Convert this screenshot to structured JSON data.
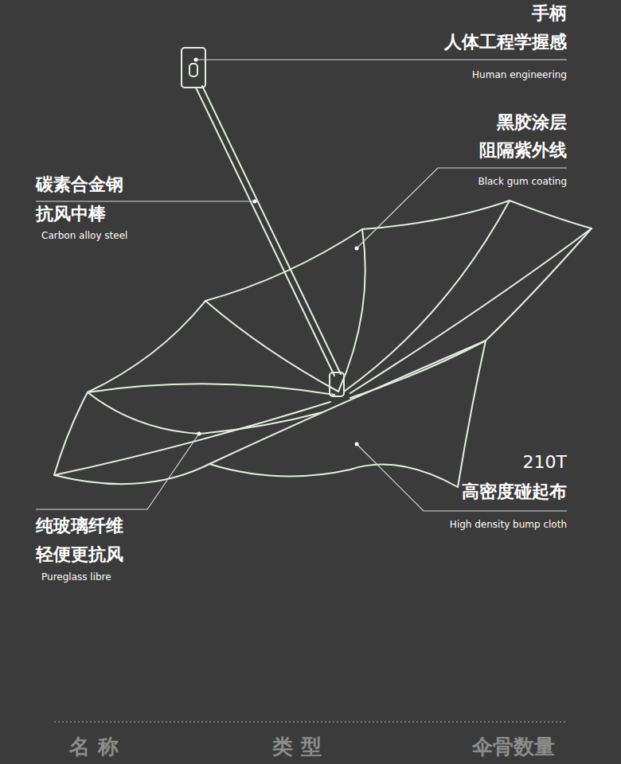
{
  "diagram": {
    "labels": [
      "手柄",
      "人体工程学握感",
      "Human engineering",
      "黑胶涂层",
      "阻隔紫外线",
      "Black gum coating",
      "碳素合金钢",
      "抗风中棒",
      "Carbon alloy steel",
      "210T",
      "高密度碰起布",
      "High density bump cloth",
      "纯玻璃纤维",
      "轻便更抗风",
      "Pureglass libre",
      "名 称",
      "类 型",
      "伞骨数量"
    ]
  }
}
